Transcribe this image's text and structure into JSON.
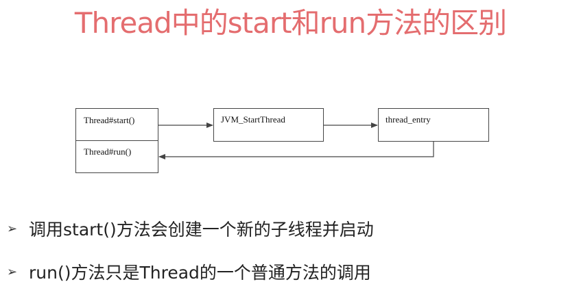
{
  "title": "Thread中的start和run方法的区别",
  "diagram": {
    "thread_start": "Thread#start()",
    "thread_run": "Thread#run()",
    "jvm_start_thread": "JVM_StartThread",
    "thread_entry": "thread_entry"
  },
  "bullets": [
    {
      "marker": "➢",
      "text": "调用start()方法会创建一个新的子线程并启动"
    },
    {
      "marker": "➢",
      "text": "run()方法只是Thread的一个普通方法的调用"
    }
  ],
  "colors": {
    "title": "#e46d6f",
    "lines": "#444444"
  }
}
